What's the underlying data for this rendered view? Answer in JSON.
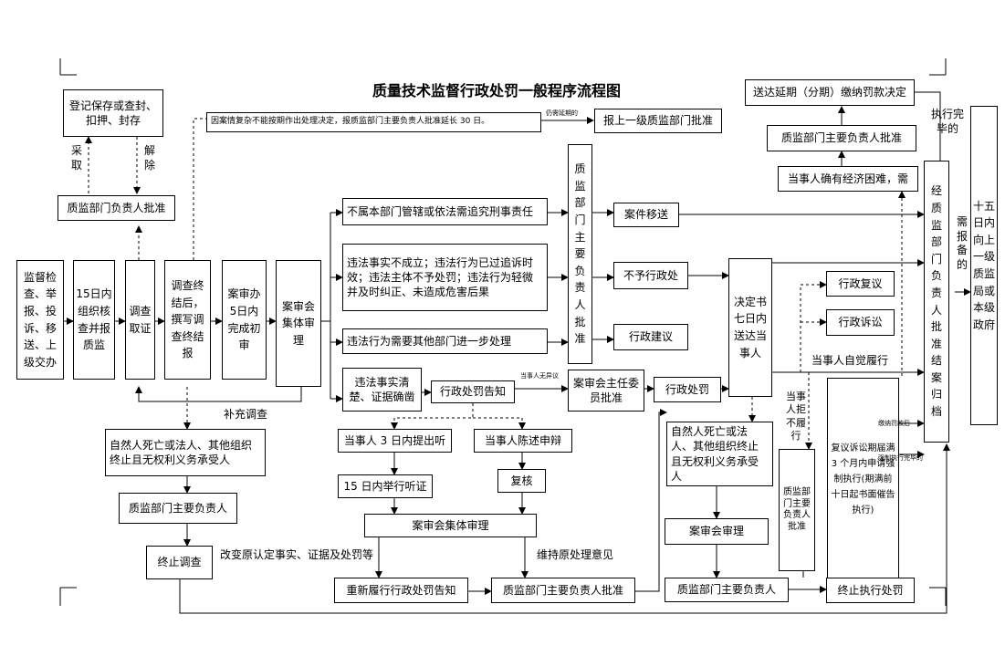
{
  "title": "质量技术监督行政处罚一般程序流程图",
  "nodes": {
    "n_register": "登记保存或查封、扣押、封存",
    "n_bureau_approve_top": "质监部门负责人批准",
    "n_extension_note": "因案情复杂不能按期作出处理决定，报质监部门主要负责人批准延长 30 日。",
    "n_report_upper": "报上一级质监部门批准",
    "n_source": "监督检查、举报、投诉、移送、上级交办",
    "n_15day": "15日内组织核查并报质监",
    "n_investigate": "调查取证",
    "n_report_write": "调查终结后，撰写调查终结报",
    "n_trial": "案审办5日内完成初审",
    "n_collective": "案审会集体审理",
    "n_not_jurisdiction": "不属本部门管辖或依法需追究刑事责任",
    "n_no_violation": "违法事实不成立；违法行为已过追诉时效；违法主体不予处罚；违法行为轻微并及时纠正、未造成危害后果",
    "n_other_dept": "违法行为需要其他部门进一步处理",
    "n_clear_facts": "违法事实清楚、证据确凿",
    "n_main_head_approve": "质监部门主要负责人批准",
    "n_transfer": "案件移送",
    "n_no_penalty": "不予行政处",
    "n_admin_advice": "行政建议",
    "n_penalty_notice": "行政处罚告知",
    "n_committee_approve": "案审会主任委员批准",
    "n_admin_penalty": "行政处罚",
    "n_decision": "决定书七日内送达当事人",
    "n_admin_review": "行政复议",
    "n_admin_lawsuit": "行政诉讼",
    "n_deferred": "送达延期（分期）缴纳罚款决定",
    "n_main_head_approve2": "质监部门主要负责人批准",
    "n_hardship": "当事人确有经济困难，需",
    "n_close": "经质监部门负责人批准结案归档",
    "n_report_15": "十五日内向上一级质监局或本级政府",
    "n_death1": "自然人死亡或法人、其他组织终止且无权利义务承受人",
    "n_main_head1": "质监部门主要负责人",
    "n_stop_investigation": "终止调查",
    "n_hearing_request": "当事人 3 日内提出听",
    "n_statement": "当事人陈述申辩",
    "n_hearing_held": "15 日内举行听证",
    "n_recheck": "复核",
    "n_collective2": "案审会集体审理",
    "n_renotice": "重新履行行政处罚告知",
    "n_main_head_approve3": "质监部门主要负责人批准",
    "n_death2": "自然人死亡或法人、其他组织终止且无权利义务承受人",
    "n_committee_review": "案审会审理",
    "n_main_head2": "质监部门主要负责人",
    "n_stop_execution": "终止执行处罚",
    "n_dept_head_approve_small": "质监部门主要负责人批准",
    "n_enforce": "复议诉讼期届满 3 个月内申请强制执行(期满前十日起书面催告执行)"
  },
  "labels": {
    "l_adopt": "采取",
    "l_release": "解除",
    "l_supplement": "补充调查",
    "l_change": "改变原认定事实、证据及处罚等",
    "l_maintain": "维持原处理意见",
    "l_voluntary": "当事人自觉履行",
    "l_not_perform": "当事人拒不履行",
    "l_report_required": "需报备的",
    "l_exec_done": "执行完毕的",
    "l_need_extension": "仍需延期的",
    "l_no_objection": "当事人无异议",
    "l_paid_after": "缴纳罚款后",
    "l_after_enforce": "强制执行完毕的"
  }
}
